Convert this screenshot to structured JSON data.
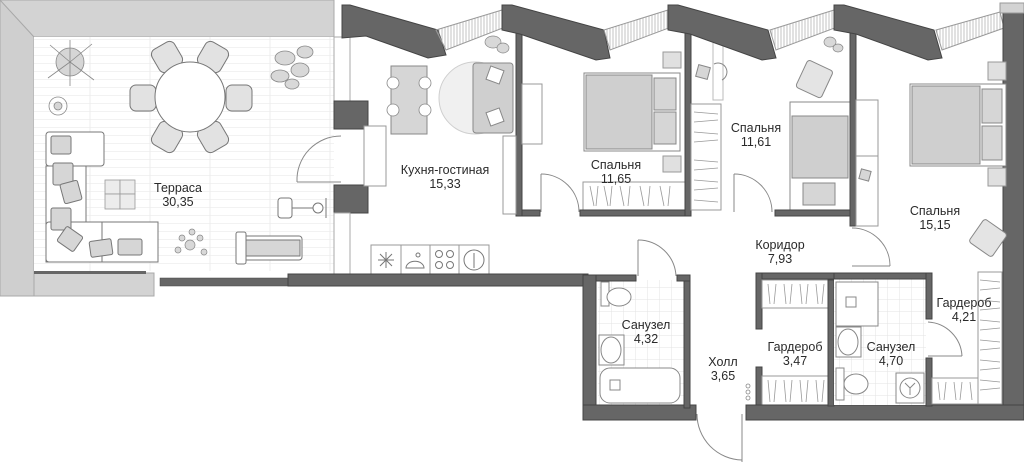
{
  "plan": {
    "colors": {
      "wall": "#666666",
      "wall_outline": "#3a3a3a",
      "terrace_border": "#d3d3d3",
      "furniture_fill": "#d6d6d6",
      "line": "#8a8a8a",
      "floor": "#ffffff",
      "tile": "#e8e8e8"
    },
    "rooms": [
      {
        "id": "terrace",
        "name": "Терраса",
        "area": "30,35"
      },
      {
        "id": "kitchen-living",
        "name": "Кухня-гостиная",
        "area": "15,33"
      },
      {
        "id": "bedroom-1",
        "name": "Спальня",
        "area": "11,65"
      },
      {
        "id": "bedroom-2",
        "name": "Спальня",
        "area": "11,61"
      },
      {
        "id": "bedroom-3",
        "name": "Спальня",
        "area": "15,15"
      },
      {
        "id": "corridor",
        "name": "Коридор",
        "area": "7,93"
      },
      {
        "id": "bathroom-1",
        "name": "Санузел",
        "area": "4,32"
      },
      {
        "id": "hall",
        "name": "Холл",
        "area": "3,65"
      },
      {
        "id": "wardrobe-1",
        "name": "Гардероб",
        "area": "3,47"
      },
      {
        "id": "bathroom-2",
        "name": "Санузел",
        "area": "4,70"
      },
      {
        "id": "wardrobe-2",
        "name": "Гардероб",
        "area": "4,21"
      }
    ]
  }
}
